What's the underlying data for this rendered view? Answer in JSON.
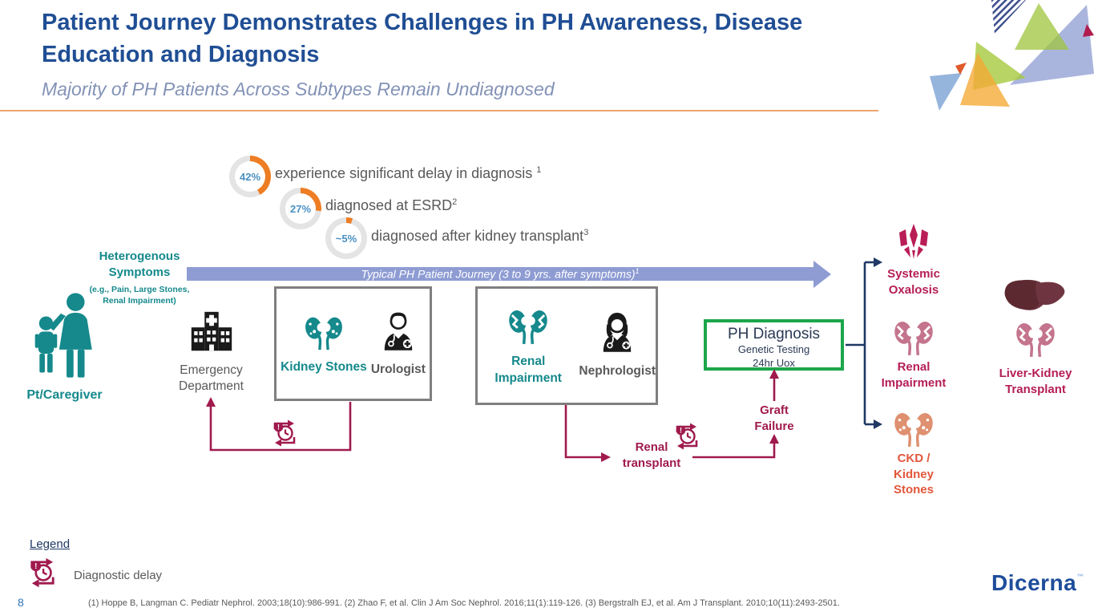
{
  "slide": {
    "title_line1": "Patient Journey Demonstrates Challenges in PH Awareness, Disease",
    "title_line2": "Education and Diagnosis",
    "subtitle": "Majority of PH Patients Across Subtypes Remain Undiagnosed",
    "page_number": "8",
    "footnote": "(1) Hoppe B, Langman C. Pediatr Nephrol. 2003;18(10):986-991.   (2) Zhao F, et al. Clin J Am Soc Nephrol. 2016;11(1):119-126.  (3) Bergstralh EJ, et al. Am J Transplant. 2010;10(11):2493-2501.",
    "logo_text": "Dicerna",
    "logo_tm": "™"
  },
  "stats": [
    {
      "pct": "42%",
      "value": 42,
      "label": "experience significant delay in diagnosis",
      "sup": "1"
    },
    {
      "pct": "27%",
      "value": 27,
      "label": "diagnosed at ESRD",
      "sup": "2"
    },
    {
      "pct": "~5%",
      "value": 5,
      "label": "diagnosed after kidney transplant",
      "sup": "3"
    }
  ],
  "journey": {
    "arrow_label": "Typical PH Patient Journey (3 to 9 yrs. after symptoms)",
    "arrow_sup": "1",
    "symptoms_title": "Heterogenous Symptoms",
    "symptoms_note": "(e.g., Pain, Large Stones, Renal Impairment)",
    "patient_label": "Pt/Caregiver",
    "ed_label": "Emergency Department",
    "box1": {
      "item": "Kidney Stones",
      "specialist": "Urologist"
    },
    "box2": {
      "item": "Renal Impairment",
      "specialist": "Nephrologist"
    },
    "diagnosis": {
      "title": "PH Diagnosis",
      "line1": "Genetic Testing",
      "line2": "24hr Uox"
    },
    "graft_failure": "Graft Failure",
    "renal_transplant": "Renal transplant"
  },
  "outcomes": {
    "systemic_oxalosis": "Systemic Oxalosis",
    "renal_impairment": "Renal Impairment",
    "ckd_kidney_stones": "CKD / Kidney Stones",
    "liver_kidney_transplant": "Liver-Kidney Transplant"
  },
  "legend": {
    "title": "Legend",
    "delay_label": "Diagnostic delay"
  },
  "colors": {
    "title_blue": "#1F4E94",
    "subtitle_gray_blue": "#8392B6",
    "header_rule_orange": "#EDA470",
    "donut_arc": "#EE7D23",
    "donut_track": "#E4E4E4",
    "donut_pct_blue": "#4A90C2",
    "accent_teal": "#15898C",
    "accent_crimson": "#A01A4D",
    "accent_navy": "#1F3864",
    "diagnosis_green": "#1CA64A",
    "journey_arrow_periwinkle": "#8E9CD3",
    "ckd_orange": "#E1573B",
    "pink_kidney": "#C4748D",
    "salmon_kidney": "#DE9070",
    "liver_maroon": "#6E3540"
  }
}
